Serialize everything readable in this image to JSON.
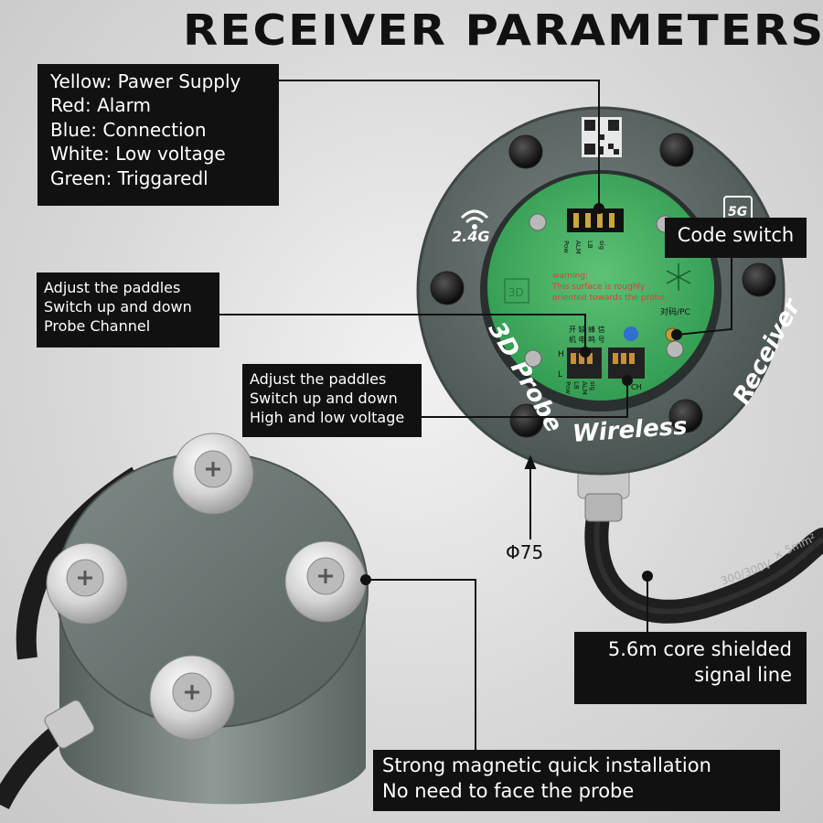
{
  "title": "RECEIVER PARAMETERS",
  "led_legend": {
    "lines": [
      "Yellow: Pawer Supply",
      "Red: Alarm",
      "Blue: Connection",
      "White: Low voltage",
      "Green: Triggaredl"
    ]
  },
  "code_switch": {
    "label": "Code switch"
  },
  "paddle_channel": {
    "lines": [
      "Adjust the paddles",
      "Switch up and down",
      "Probe Channel"
    ]
  },
  "paddle_voltage": {
    "lines": [
      "Adjust the paddles",
      "Switch up and down",
      "High and low voltage"
    ]
  },
  "diameter": {
    "label": "Φ75"
  },
  "signal_line": {
    "lines": [
      "5.6m core shielded",
      "signal line"
    ]
  },
  "magnet": {
    "lines": [
      "Strong magnetic quick installation",
      "No need to face the probe"
    ]
  },
  "device": {
    "ring_text_left": "3D Probe",
    "ring_text_bottom": "Wireless",
    "ring_text_right": "Receiver",
    "freq_label": "2.4G",
    "band_label": "5G",
    "board_warning": [
      "warning:",
      "This surface is roughly",
      "oriented towards the probe."
    ],
    "board_logo": "3D",
    "pc_label": "对码/PC",
    "chinese_label_1": "开 缺 蜂 信",
    "chinese_label_2": "机 电 鸣 号",
    "dip_top_labels": [
      "Pow",
      "ALM",
      "LB",
      "sig"
    ],
    "dip_left_labels": [
      "Pow",
      "LB",
      "ALM",
      "sig"
    ],
    "switch_hl": [
      "H",
      "L"
    ],
    "ch_label": "CH",
    "cable_print": "300/300V",
    "cable_print_2": "× 5mm²"
  },
  "colors": {
    "label_bg": "#111111",
    "label_text": "#ffffff",
    "housing": "#5f6b68",
    "board": "#3fae5e",
    "magnet_steel": "#d8d8d8"
  }
}
